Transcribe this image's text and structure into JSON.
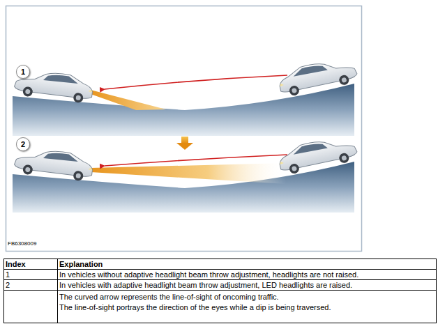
{
  "diagram": {
    "nodes": [
      {
        "text": [
          "1"
        ]
      },
      {
        "text": [
          "2"
        ]
      }
    ],
    "labels": [
      "FB6308009",
      "Index",
      "Explanation",
      "1",
      "In vehicles without adaptive headlight beam throw adjustment, headlights are not raised.",
      "2",
      "In vehicles with adaptive headlight beam throw adjustment, LED headlights are raised.",
      "The curved arrow represents the line-of-sight of oncoming traffic.",
      "The line-of-sight portrays the direction of the eyes while a dip is being traversed."
    ]
  }
}
